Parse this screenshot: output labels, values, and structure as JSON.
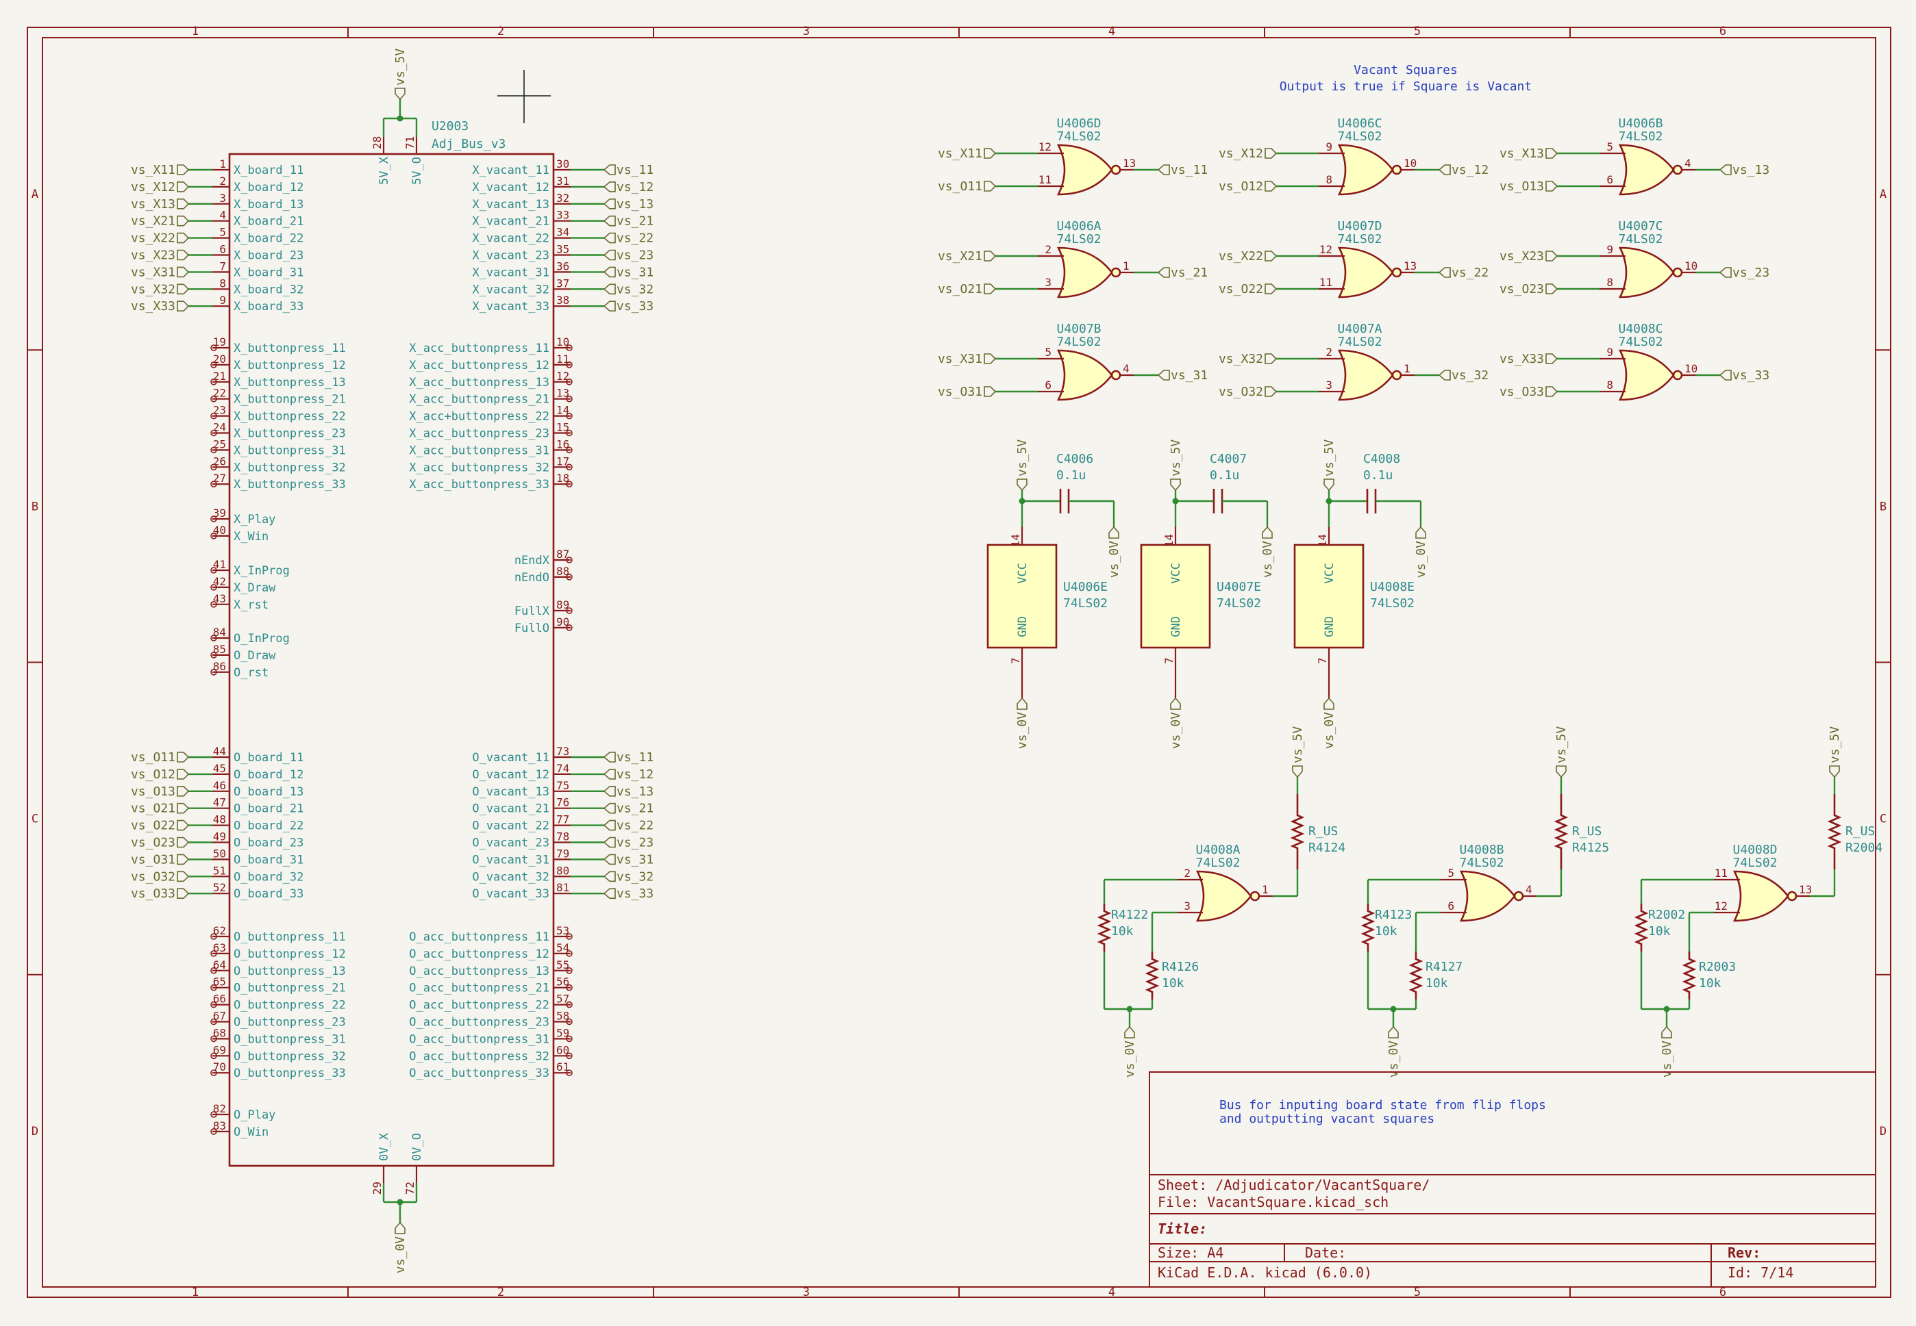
{
  "frame": {
    "columns": [
      "1",
      "2",
      "3",
      "4",
      "5",
      "6"
    ],
    "rows": [
      "A",
      "B",
      "C",
      "D"
    ]
  },
  "notes": {
    "vacant_title": "Vacant Squares",
    "vacant_subtitle": "Output is true if Square is Vacant",
    "bus_line1": "Bus for inputing board state from flip flops",
    "bus_line2": "and outputting vacant squares"
  },
  "bus_ic": {
    "ref": "U2003",
    "value": "Adj_Bus_v3",
    "power_label": "vs_5V",
    "ground_label": "vs_0V",
    "top_pins": [
      {
        "num": "28",
        "name": "5V_X"
      },
      {
        "num": "71",
        "name": "5V_O"
      }
    ],
    "bottom_pins": [
      {
        "num": "29",
        "name": "0V_X"
      },
      {
        "num": "72",
        "name": "0V_O"
      }
    ],
    "left_pins": [
      {
        "num": "1",
        "name": "X_board_11",
        "label": "vs_X11"
      },
      {
        "num": "2",
        "name": "X_board_12",
        "label": "vs_X12"
      },
      {
        "num": "3",
        "name": "X_board_13",
        "label": "vs_X13"
      },
      {
        "num": "4",
        "name": "X_board_21",
        "label": "vs_X21"
      },
      {
        "num": "5",
        "name": "X_board_22",
        "label": "vs_X22"
      },
      {
        "num": "6",
        "name": "X_board_23",
        "label": "vs_X23"
      },
      {
        "num": "7",
        "name": "X_board_31",
        "label": "vs_X31"
      },
      {
        "num": "8",
        "name": "X_board_32",
        "label": "vs_X32"
      },
      {
        "num": "9",
        "name": "X_board_33",
        "label": "vs_X33"
      },
      {
        "num": "19",
        "name": "X_buttonpress_11"
      },
      {
        "num": "20",
        "name": "X_buttonpress_12"
      },
      {
        "num": "21",
        "name": "X_buttonpress_13"
      },
      {
        "num": "22",
        "name": "X_buttonpress_21"
      },
      {
        "num": "23",
        "name": "X_buttonpress_22"
      },
      {
        "num": "24",
        "name": "X_buttonpress_23"
      },
      {
        "num": "25",
        "name": "X_buttonpress_31"
      },
      {
        "num": "26",
        "name": "X_buttonpress_32"
      },
      {
        "num": "27",
        "name": "X_buttonpress_33"
      },
      {
        "num": "39",
        "name": "X_Play"
      },
      {
        "num": "40",
        "name": "X_Win"
      },
      {
        "num": "41",
        "name": "X_InProg"
      },
      {
        "num": "42",
        "name": "X_Draw"
      },
      {
        "num": "43",
        "name": "X_rst"
      },
      {
        "num": "84",
        "name": "O_InProg"
      },
      {
        "num": "85",
        "name": "O_Draw"
      },
      {
        "num": "86",
        "name": "O_rst"
      },
      {
        "num": "44",
        "name": "O_board_11",
        "label": "vs_O11"
      },
      {
        "num": "45",
        "name": "O_board_12",
        "label": "vs_O12"
      },
      {
        "num": "46",
        "name": "O_board_13",
        "label": "vs_O13"
      },
      {
        "num": "47",
        "name": "O_board_21",
        "label": "vs_O21"
      },
      {
        "num": "48",
        "name": "O_board_22",
        "label": "vs_O22"
      },
      {
        "num": "49",
        "name": "O_board_23",
        "label": "vs_O23"
      },
      {
        "num": "50",
        "name": "O_board_31",
        "label": "vs_O31"
      },
      {
        "num": "51",
        "name": "O_board_32",
        "label": "vs_O32"
      },
      {
        "num": "52",
        "name": "O_board_33",
        "label": "vs_O33"
      },
      {
        "num": "62",
        "name": "O_buttonpress_11"
      },
      {
        "num": "63",
        "name": "O_buttonpress_12"
      },
      {
        "num": "64",
        "name": "O_buttonpress_13"
      },
      {
        "num": "65",
        "name": "O_buttonpress_21"
      },
      {
        "num": "66",
        "name": "O_buttonpress_22"
      },
      {
        "num": "67",
        "name": "O_buttonpress_23"
      },
      {
        "num": "68",
        "name": "O_buttonpress_31"
      },
      {
        "num": "69",
        "name": "O_buttonpress_32"
      },
      {
        "num": "70",
        "name": "O_buttonpress_33"
      },
      {
        "num": "82",
        "name": "O_Play"
      },
      {
        "num": "83",
        "name": "O_Win"
      }
    ],
    "right_pins": [
      {
        "num": "30",
        "name": "X_vacant_11",
        "label": "vs_11"
      },
      {
        "num": "31",
        "name": "X_vacant_12",
        "label": "vs_12"
      },
      {
        "num": "32",
        "name": "X_vacant_13",
        "label": "vs_13"
      },
      {
        "num": "33",
        "name": "X_vacant_21",
        "label": "vs_21"
      },
      {
        "num": "34",
        "name": "X_vacant_22",
        "label": "vs_22"
      },
      {
        "num": "35",
        "name": "X_vacant_23",
        "label": "vs_23"
      },
      {
        "num": "36",
        "name": "X_vacant_31",
        "label": "vs_31"
      },
      {
        "num": "37",
        "name": "X_vacant_32",
        "label": "vs_32"
      },
      {
        "num": "38",
        "name": "X_vacant_33",
        "label": "vs_33"
      },
      {
        "num": "10",
        "name": "X_acc_buttonpress_11"
      },
      {
        "num": "11",
        "name": "X_acc_buttonpress_12"
      },
      {
        "num": "12",
        "name": "X_acc_buttonpress_13"
      },
      {
        "num": "13",
        "name": "X_acc_buttonpress_21"
      },
      {
        "num": "14",
        "name": "X_acc+buttonpress_22"
      },
      {
        "num": "15",
        "name": "X_acc_buttonpress_23"
      },
      {
        "num": "16",
        "name": "X_acc_buttonpress_31"
      },
      {
        "num": "17",
        "name": "X_acc_buttonpress_32"
      },
      {
        "num": "18",
        "name": "X_acc_buttonpress_33"
      },
      {
        "num": "87",
        "name": "nEndX"
      },
      {
        "num": "88",
        "name": "nEndO"
      },
      {
        "num": "89",
        "name": "FullX"
      },
      {
        "num": "90",
        "name": "FullO"
      },
      {
        "num": "73",
        "name": "O_vacant_11",
        "label": "vs_11"
      },
      {
        "num": "74",
        "name": "O_vacant_12",
        "label": "vs_12"
      },
      {
        "num": "75",
        "name": "O_vacant_13",
        "label": "vs_13"
      },
      {
        "num": "76",
        "name": "O_vacant_21",
        "label": "vs_21"
      },
      {
        "num": "77",
        "name": "O_vacant_22",
        "label": "vs_22"
      },
      {
        "num": "78",
        "name": "O_vacant_23",
        "label": "vs_23"
      },
      {
        "num": "79",
        "name": "O_vacant_31",
        "label": "vs_31"
      },
      {
        "num": "80",
        "name": "O_vacant_32",
        "label": "vs_32"
      },
      {
        "num": "81",
        "name": "O_vacant_33",
        "label": "vs_33"
      },
      {
        "num": "53",
        "name": "O_acc_buttonpress_11"
      },
      {
        "num": "54",
        "name": "O_acc_buttonpress_12"
      },
      {
        "num": "55",
        "name": "O_acc_buttonpress_13"
      },
      {
        "num": "56",
        "name": "O_acc_buttonpress_21"
      },
      {
        "num": "57",
        "name": "O_acc_buttonpress_22"
      },
      {
        "num": "58",
        "name": "O_acc_buttonpress_23"
      },
      {
        "num": "59",
        "name": "O_acc_buttonpress_31"
      },
      {
        "num": "60",
        "name": "O_acc_buttonpress_32"
      },
      {
        "num": "61",
        "name": "O_acc_buttonpress_33"
      }
    ]
  },
  "nor_gates": [
    {
      "ref": "U4006D",
      "value": "74LS02",
      "in1": "vs_X11",
      "in2": "vs_O11",
      "pin1": "12",
      "pin2": "11",
      "pinout": "13",
      "out": "vs_11"
    },
    {
      "ref": "U4006C",
      "value": "74LS02",
      "in1": "vs_X12",
      "in2": "vs_O12",
      "pin1": "9",
      "pin2": "8",
      "pinout": "10",
      "out": "vs_12"
    },
    {
      "ref": "U4006B",
      "value": "74LS02",
      "in1": "vs_X13",
      "in2": "vs_O13",
      "pin1": "5",
      "pin2": "6",
      "pinout": "4",
      "out": "vs_13"
    },
    {
      "ref": "U4006A",
      "value": "74LS02",
      "in1": "vs_X21",
      "in2": "vs_O21",
      "pin1": "2",
      "pin2": "3",
      "pinout": "1",
      "out": "vs_21"
    },
    {
      "ref": "U4007D",
      "value": "74LS02",
      "in1": "vs_X22",
      "in2": "vs_O22",
      "pin1": "12",
      "pin2": "11",
      "pinout": "13",
      "out": "vs_22"
    },
    {
      "ref": "U4007C",
      "value": "74LS02",
      "in1": "vs_X23",
      "in2": "vs_O23",
      "pin1": "9",
      "pin2": "8",
      "pinout": "10",
      "out": "vs_23"
    },
    {
      "ref": "U4007B",
      "value": "74LS02",
      "in1": "vs_X31",
      "in2": "vs_O31",
      "pin1": "5",
      "pin2": "6",
      "pinout": "4",
      "out": "vs_31"
    },
    {
      "ref": "U4007A",
      "value": "74LS02",
      "in1": "vs_X32",
      "in2": "vs_O32",
      "pin1": "2",
      "pin2": "3",
      "pinout": "1",
      "out": "vs_32"
    },
    {
      "ref": "U4008C",
      "value": "74LS02",
      "in1": "vs_X33",
      "in2": "vs_O33",
      "pin1": "9",
      "pin2": "8",
      "pinout": "10",
      "out": "vs_33"
    }
  ],
  "power_units": [
    {
      "cap_ref": "C4006",
      "cap_value": "0.1u",
      "ic_ref": "U4006E",
      "ic_value": "74LS02",
      "vcc": "VCC",
      "gnd": "GND",
      "vcc_pin": "14",
      "gnd_pin": "7",
      "vcc_label": "vs_5V",
      "gnd_label": "vs_0V"
    },
    {
      "cap_ref": "C4007",
      "cap_value": "0.1u",
      "ic_ref": "U4007E",
      "ic_value": "74LS02",
      "vcc": "VCC",
      "gnd": "GND",
      "vcc_pin": "14",
      "gnd_pin": "7",
      "vcc_label": "vs_5V",
      "gnd_label": "vs_0V"
    },
    {
      "cap_ref": "C4008",
      "cap_value": "0.1u",
      "ic_ref": "U4008E",
      "ic_value": "74LS02",
      "vcc": "VCC",
      "gnd": "GND",
      "vcc_pin": "14",
      "gnd_pin": "7",
      "vcc_label": "vs_5V",
      "gnd_label": "vs_0V"
    }
  ],
  "unused_gates": [
    {
      "ref": "U4008A",
      "value": "74LS02",
      "pin1": "2",
      "pin2": "3",
      "pinout": "1",
      "r_up_ref": "R4124",
      "r_up_value": "R_US",
      "r_a_ref": "R4122",
      "r_a_value": "10k",
      "r_b_ref": "R4126",
      "r_b_value": "10k",
      "vcc_label": "vs_5V",
      "gnd_label": "vs_0V"
    },
    {
      "ref": "U4008B",
      "value": "74LS02",
      "pin1": "5",
      "pin2": "6",
      "pinout": "4",
      "r_up_ref": "R4125",
      "r_up_value": "R_US",
      "r_a_ref": "R4123",
      "r_a_value": "10k",
      "r_b_ref": "R4127",
      "r_b_value": "10k",
      "vcc_label": "vs_5V",
      "gnd_label": "vs_0V"
    },
    {
      "ref": "U4008D",
      "value": "74LS02",
      "pin1": "11",
      "pin2": "12",
      "pinout": "13",
      "r_up_ref": "R2004",
      "r_up_value": "R_US",
      "r_a_ref": "R2002",
      "r_a_value": "10k",
      "r_b_ref": "R2003",
      "r_b_value": "10k",
      "vcc_label": "vs_5V",
      "gnd_label": "vs_0V"
    }
  ],
  "title_block": {
    "sheet": "Sheet: /Adjudicator/VacantSquare/",
    "file": "File: VacantSquare.kicad_sch",
    "title_label": "Title:",
    "size": "Size: A4",
    "date": "Date:",
    "rev": "Rev:",
    "software": "KiCad E.D.A.  kicad (6.0.0)",
    "id": "Id: 7/14"
  },
  "colors": {
    "wire": "#2e8b2e",
    "component": "#8b1a1a",
    "gate_fill": "#ffffc2",
    "pin_text": "#2e8b8b",
    "label_text": "#6b6a2e",
    "note_text": "#2a3fbf",
    "background": "#f5f4ef"
  }
}
